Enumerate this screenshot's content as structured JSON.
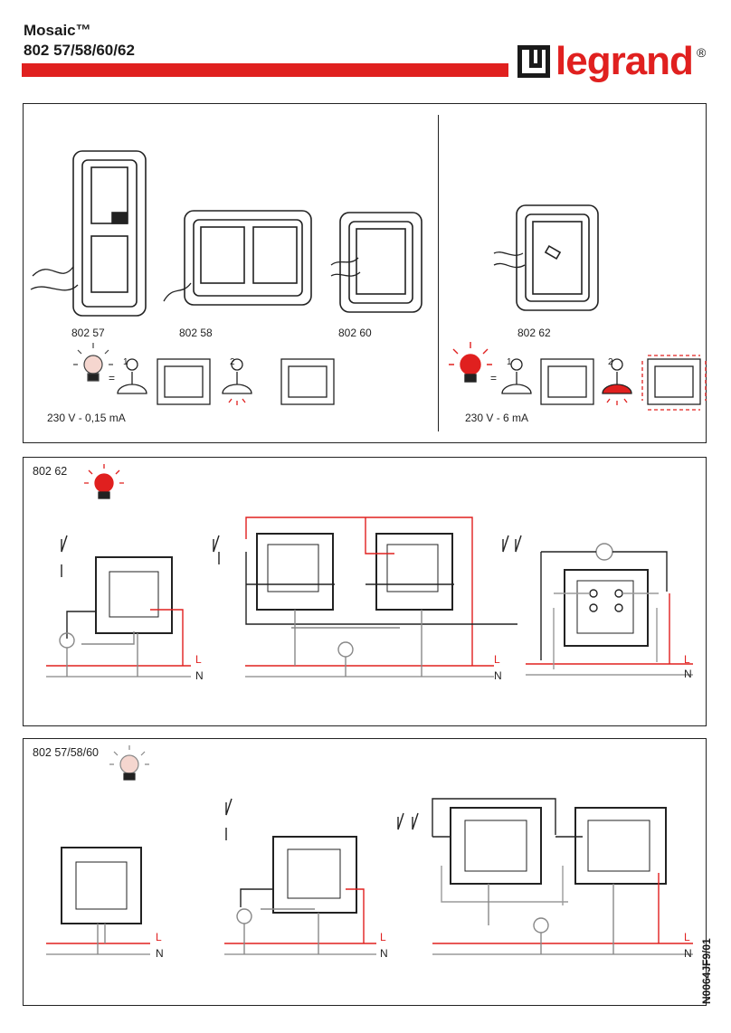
{
  "header": {
    "product": "Mosaic™",
    "references": "802 57/58/60/62",
    "brand": "legrand",
    "registered": "®"
  },
  "top_panel": {
    "product_labels": [
      "802 57",
      "802 58",
      "802 60",
      "802 62"
    ],
    "left_spec": "230 V - 0,15 mA",
    "right_spec": "230 V - 6 mA",
    "equals": "=",
    "step_1": "1",
    "step_2": "2"
  },
  "mid_panel": {
    "title": "802 62",
    "line_label": "L",
    "neutral_label": "N"
  },
  "bottom_panel": {
    "title": "802 57/58/60",
    "line_label": "L",
    "neutral_label": "N"
  },
  "doc_code": "N0064JF9/01",
  "colors": {
    "accent_red": "#e0201f",
    "wire_grey": "#9a9a9a",
    "lamp_pink": "#f5d6cf"
  }
}
